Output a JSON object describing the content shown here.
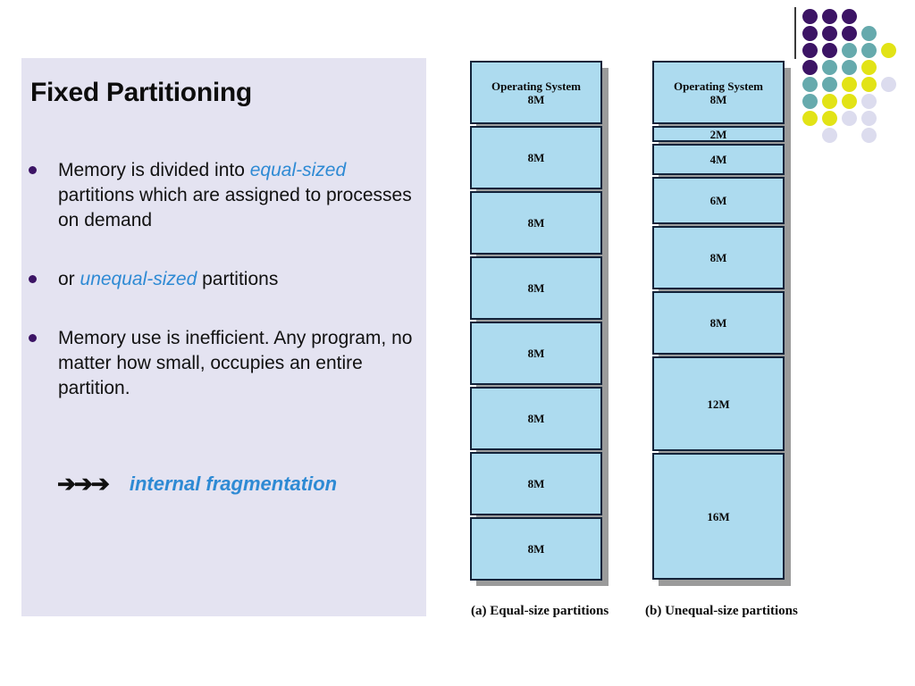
{
  "slide": {
    "title": "Fixed Partitioning",
    "bullets": [
      {
        "segments": [
          {
            "text": "Memory is divided into ",
            "style": "plain"
          },
          {
            "text": "equal-sized",
            "style": "highlight"
          },
          {
            "text": " partitions which are assigned to processes on demand",
            "style": "plain"
          }
        ]
      },
      {
        "segments": [
          {
            "text": "or ",
            "style": "plain"
          },
          {
            "text": "unequal-sized",
            "style": "highlight"
          },
          {
            "text": " partitions",
            "style": "plain"
          }
        ]
      },
      {
        "segments": [
          {
            "text": "Memory use is inefficient.  Any program, no matter how small, occupies an entire partition.",
            "style": "plain"
          }
        ]
      }
    ],
    "conclusion": {
      "arrows": "➔➔➔",
      "label": "internal fragmentation"
    }
  },
  "colors": {
    "panel_background": "#e4e3f1",
    "highlight_text": "#2e8ad4",
    "bullet_dot": "#3c1465",
    "memory_block_fill": "#addbef",
    "memory_block_border": "#13233a",
    "shadow": "#9b9b9b",
    "dot_purple": "#3c1465",
    "dot_teal": "#66aaad",
    "dot_yellow": "#e2e316",
    "dot_lavender": "#dcdcee"
  },
  "diagrams": [
    {
      "id": "equal-size",
      "caption": "(a) Equal-size partitions",
      "os_label": "Operating System",
      "os_size": "8M",
      "blocks": [
        {
          "label": "8M",
          "size": 8,
          "os": true
        },
        {
          "label": "8M",
          "size": 8,
          "os": false
        },
        {
          "label": "8M",
          "size": 8,
          "os": false
        },
        {
          "label": "8M",
          "size": 8,
          "os": false
        },
        {
          "label": "8M",
          "size": 8,
          "os": false
        },
        {
          "label": "8M",
          "size": 8,
          "os": false
        },
        {
          "label": "8M",
          "size": 8,
          "os": false
        },
        {
          "label": "8M",
          "size": 8,
          "os": false
        }
      ]
    },
    {
      "id": "unequal-size",
      "caption": "(b) Unequal-size partitions",
      "os_label": "Operating System",
      "os_size": "8M",
      "blocks": [
        {
          "label": "8M",
          "size": 8,
          "os": true
        },
        {
          "label": "2M",
          "size": 2,
          "os": false
        },
        {
          "label": "4M",
          "size": 4,
          "os": false
        },
        {
          "label": "6M",
          "size": 6,
          "os": false
        },
        {
          "label": "8M",
          "size": 8,
          "os": false
        },
        {
          "label": "8M",
          "size": 8,
          "os": false
        },
        {
          "label": "12M",
          "size": 12,
          "os": false
        },
        {
          "label": "16M",
          "size": 16,
          "os": false
        }
      ]
    }
  ],
  "decoration": {
    "dot_rows": [
      [
        "purple",
        "purple",
        "purple",
        null,
        null
      ],
      [
        "purple",
        "purple",
        "purple",
        "teal",
        null
      ],
      [
        "purple",
        "purple",
        "teal",
        "teal",
        "yellow"
      ],
      [
        "purple",
        "teal",
        "teal",
        "yellow",
        null
      ],
      [
        "teal",
        "teal",
        "yellow",
        "yellow",
        "lavender"
      ],
      [
        "teal",
        "yellow",
        "yellow",
        "lavender",
        null
      ],
      [
        "yellow",
        "yellow",
        "lavender",
        "lavender",
        null
      ],
      [
        null,
        "lavender",
        null,
        "lavender",
        null
      ]
    ]
  }
}
